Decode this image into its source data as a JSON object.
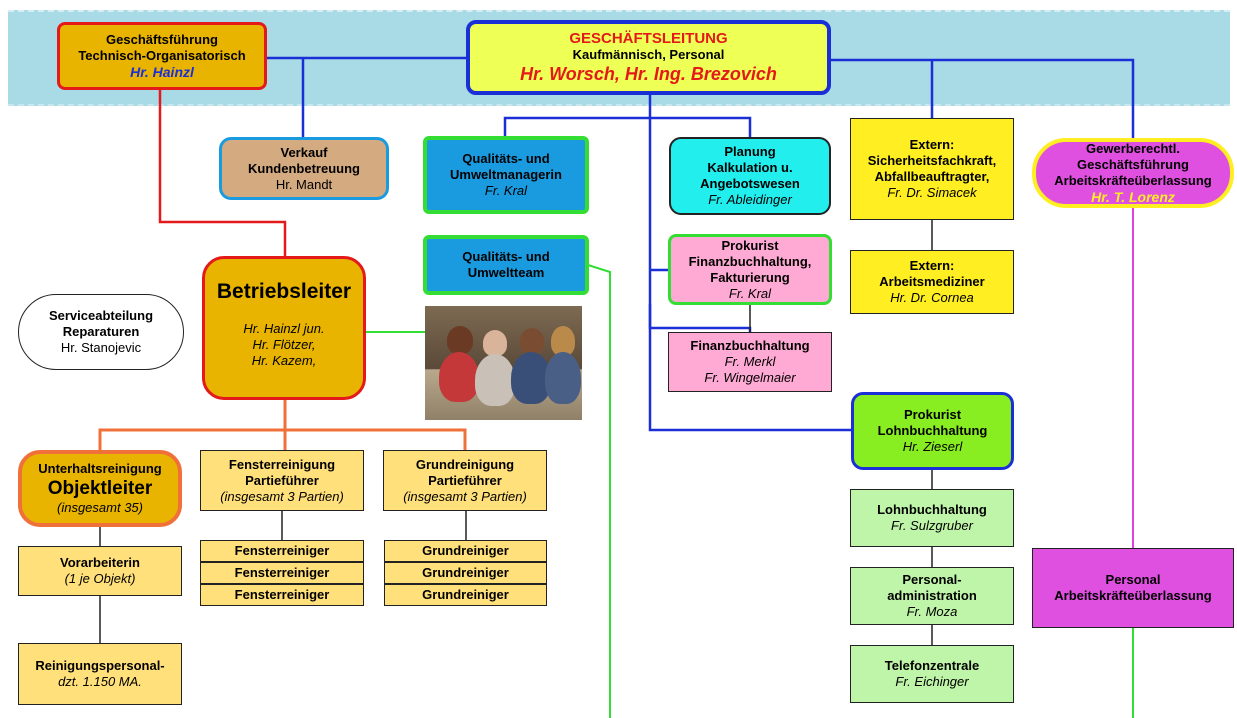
{
  "colors": {
    "band": "#a9dbe6",
    "blue_line": "#1b2fd6",
    "red_line": "#e41a1a",
    "orange_line": "#f0703a",
    "green_line": "#33dd33",
    "magenta_line": "#e040e0",
    "yellow_box": "#ffee22",
    "light_yellow_box": "#ffe07a",
    "gold_box": "#e8b400",
    "tan_box": "#d4aa80",
    "blue_box": "#1a9be0",
    "cyan_box": "#22eeee",
    "pink_box": "#ffaad4",
    "green_box": "#88ee22",
    "light_green_box": "#bff5a8",
    "magenta_box": "#e050e0",
    "lime_box": "#eeff55"
  },
  "top": {
    "gl": {
      "title": "GESCHÄFTSLEITUNG",
      "sub": "Kaufmännisch, Personal",
      "names": "Hr. Worsch, Hr. Ing. Brezovich"
    },
    "gf": {
      "line1": "Geschäftsführung",
      "line2": "Technisch-Organisatorisch",
      "name": "Hr. Hainzl"
    }
  },
  "verkauf": {
    "line1": "Verkauf",
    "line2": "Kundenbetreuung",
    "name": "Hr. Mandt"
  },
  "qm": {
    "line1": "Qualitäts- und",
    "line2": "Umweltmanagerin",
    "name": "Fr. Kral"
  },
  "qt": {
    "line1": "Qualitäts- und",
    "line2": "Umweltteam"
  },
  "planung": {
    "line1": "Planung",
    "line2": "Kalkulation u.",
    "line3": "Angebotswesen",
    "name": "Fr. Ableidinger"
  },
  "prokurist_fin": {
    "line1": "Prokurist",
    "line2": "Finanzbuchhaltung,",
    "line3": "Fakturierung",
    "name": "Fr. Kral"
  },
  "finanz": {
    "line1": "Finanzbuchhaltung",
    "name1": "Fr. Merkl",
    "name2": "Fr. Wingelmaier"
  },
  "extern1": {
    "line1": "Extern:",
    "line2": "Sicherheitsfachkraft,",
    "line3": "Abfallbeauftragter,",
    "name": "Fr. Dr. Simacek"
  },
  "extern2": {
    "line1": "Extern:",
    "line2": "Arbeitsmediziner",
    "name": "Hr. Dr. Cornea"
  },
  "gewerbe": {
    "line1": "Gewerberechtl.",
    "line2": "Geschäftsführung",
    "line3": "Arbeitskräfteüberlassung",
    "name": "Hr. T. Lorenz"
  },
  "service": {
    "line1": "Serviceabteilung",
    "line2": "Reparaturen",
    "name": "Hr. Stanojevic"
  },
  "betrieb": {
    "title": "Betriebsleiter",
    "name1": "Hr. Hainzl jun.",
    "name2": "Hr. Flötzer,",
    "name3": "Hr. Kazem,"
  },
  "prokurist_lohn": {
    "line1": "Prokurist",
    "line2": "Lohnbuchhaltung",
    "name": "Hr. Zieserl"
  },
  "lohn": {
    "line1": "Lohnbuchhaltung",
    "name": "Fr. Sulzgruber"
  },
  "personaladmin": {
    "line1": "Personal-",
    "line2": "administration",
    "name": "Fr. Moza"
  },
  "telefon": {
    "line1": "Telefonzentrale",
    "name": "Fr. Eichinger"
  },
  "personal_ak": {
    "line1": "Personal",
    "line2": "Arbeitskräfteüberlassung"
  },
  "objektleiter": {
    "line1": "Unterhaltsreinigung",
    "title": "Objektleiter",
    "note": "(insgesamt  35)"
  },
  "fenster": {
    "line1": "Fensterreinigung",
    "line2": "Partieführer",
    "note": "(insgesamt 3 Partien)",
    "workers": [
      "Fensterreiniger",
      "Fensterreiniger",
      "Fensterreiniger"
    ]
  },
  "grund": {
    "line1": "Grundreinigung",
    "line2": "Partieführer",
    "note": "(insgesamt 3 Partien)",
    "workers": [
      "Grundreiniger",
      "Grundreiniger",
      "Grundreiniger"
    ]
  },
  "vorarbeiterin": {
    "line1": "Vorarbeiterin",
    "note": "(1 je Objekt)"
  },
  "reinigungspersonal": {
    "line1": "Reinigungspersonal-",
    "note": "dzt. 1.150 MA."
  }
}
